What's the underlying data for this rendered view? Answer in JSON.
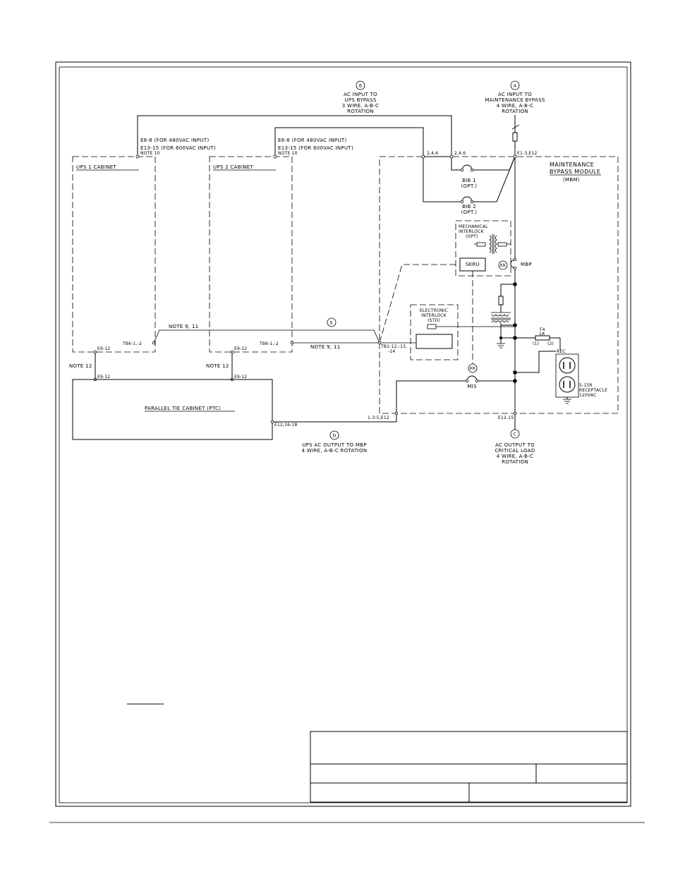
{
  "markers": {
    "a": "A",
    "b": "B",
    "c": "C",
    "d": "D",
    "e": "E",
    "kk1": "KK",
    "kk2": "KK"
  },
  "labels": {
    "b_line1": "AC INPUT TO",
    "b_line2": "UPS BYPASS",
    "b_line3": "3 WIRE, A-B-C",
    "b_line4": "ROTATION",
    "a_line1": "AC INPUT TO",
    "a_line2": "MAINTENANCE BYPASS",
    "a_line3": "4 WIRE, A-B-C",
    "a_line4": "ROTATION",
    "ups1_e6_1": "E6-8 (FOR 480VAC INPUT)",
    "ups1_e6_2": "E13-15 (FOR 600VAC INPUT)",
    "ups1_note": "NOTE 10",
    "ups2_e6_1": "E6-8 (FOR 480VAC INPUT)",
    "ups2_e6_2": "E13-15 (FOR 600VAC INPUT)",
    "ups2_note": "NOTE 10",
    "ups1_cabinet": "UPS 1 CABINET",
    "ups2_cabinet": "UPS 2 CABINET",
    "term_246_a": "2,4,6",
    "term_246_b": "2,4,6",
    "e1_e12": "E1-3,E12",
    "mbm_1": "MAINTENANCE",
    "mbm_2": "BYPASS MODULE",
    "mbm_3": "(MBM)",
    "bib1_1": "BIB 1",
    "bib1_2": "(OPT.)",
    "bib2_1": "BIB 2",
    "bib2_2": "(OPT.)",
    "mech_1": "MECHANICAL",
    "mech_2": "INTERLOCK",
    "mech_3": "(OPT)",
    "skru": "SKRU",
    "mbp": "MBP",
    "elec_1": "ELECTRONIC",
    "elec_2": "INTERLOCK",
    "elec_3": "(STD)",
    "f4_1": "F4",
    "f4_2": "1A",
    "f4_3": "(1)",
    "f4_4": "(2)",
    "rec": "REC",
    "recep_1": "5-15R",
    "recep_2": "RECEPTACLE",
    "recep_3": "120VAC",
    "note911_a": "NOTE 9, 11",
    "note911_b": "NOTE 9, 11",
    "tb6_1": "TB6-1,-2",
    "tb6_2": "TB6-1,-2",
    "tb1": "TB1-12,-13,",
    "tb1_b": "-14",
    "e9_ups1": "E9-12",
    "e9_ups2": "E9-12",
    "e9_ptc1": "E9-12",
    "e9_ptc2": "E9-12",
    "note12_a": "NOTE 12",
    "note12_b": "NOTE 12",
    "ptc": "PARALLEL TIE CABINET (PTC)",
    "e12_16": "E12,16-18",
    "term_135": "1-3-5,E12",
    "e12_15": "E12-15",
    "mis": "MIS",
    "d_line1": "UPS AC OUTPUT TO MBP",
    "d_line2": "4 WIRE, A-B-C ROTATION",
    "c_line1": "AC OUTPUT TO",
    "c_line2": "CRITICAL LOAD",
    "c_line3": "4 WIRE, A-B-C",
    "c_line4": "ROTATION"
  }
}
